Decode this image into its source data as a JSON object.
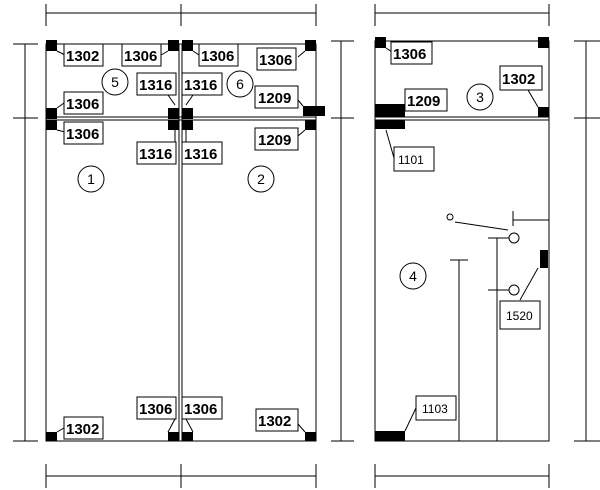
{
  "labels": {
    "l1302_a": "1302",
    "l1306_a": "1306",
    "l1306_b": "1306",
    "l1306_c": "1306",
    "l1316_a": "1316",
    "l1316_b": "1316",
    "l1209_a": "1209",
    "l1306_d": "1306",
    "l1306_e": "1306",
    "l1316_c": "1316",
    "l1316_d": "1316",
    "l1209_b": "1209",
    "l1306_f": "1306",
    "l1306_g": "1306",
    "l1302_b": "1302",
    "l1302_c": "1302",
    "r1306": "1306",
    "r1302": "1302",
    "r1209": "1209",
    "r1101": "1101",
    "r1520": "1520",
    "r1103": "1103"
  },
  "rooms": {
    "r1": "1",
    "r2": "2",
    "r3": "3",
    "r4": "4",
    "r5": "5",
    "r6": "6"
  },
  "colors": {
    "line": "#000000",
    "fill": "#000000",
    "background": "#ffffff"
  }
}
